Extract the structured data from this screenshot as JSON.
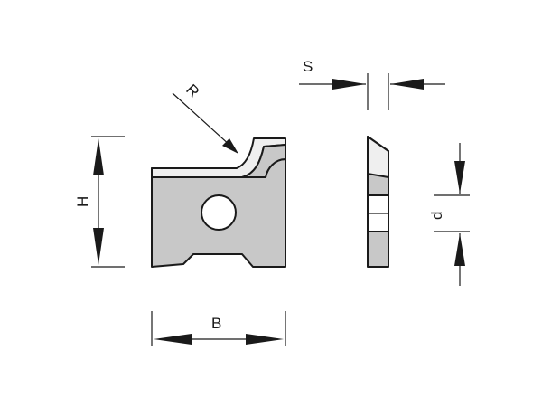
{
  "labels": {
    "radius": "R",
    "height": "H",
    "width": "B",
    "thickness": "S",
    "diameter": "d"
  },
  "colors": {
    "body_fill": "#c8c8c8",
    "edge_fill": "#f0f0f0",
    "line": "#1a1a1a"
  }
}
